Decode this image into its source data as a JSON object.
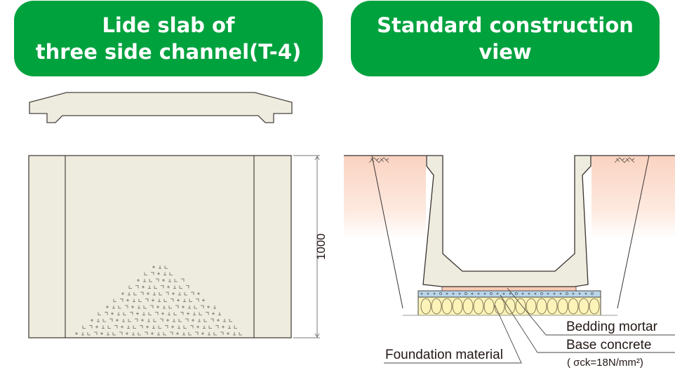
{
  "left_panel": {
    "title_line1": "Lide slab of",
    "title_line2": "three side channel(T-4)",
    "dimension_label": "1000"
  },
  "right_panel": {
    "title_line1": "Standard construction",
    "title_line2": "view",
    "labels": {
      "bedding_mortar": "Bedding mortar",
      "base_concrete": "Base concrete",
      "foundation_material": "Foundation material",
      "strength_note": "( σck=18N/mm²)"
    }
  },
  "colors": {
    "banner_green": "#00a23e",
    "concrete": "#eeebdf",
    "soil": "#fad6c6",
    "mortar": "#f7c9b4",
    "base_concrete": "#b8d6ea",
    "foundation": "#fbf3b8"
  }
}
